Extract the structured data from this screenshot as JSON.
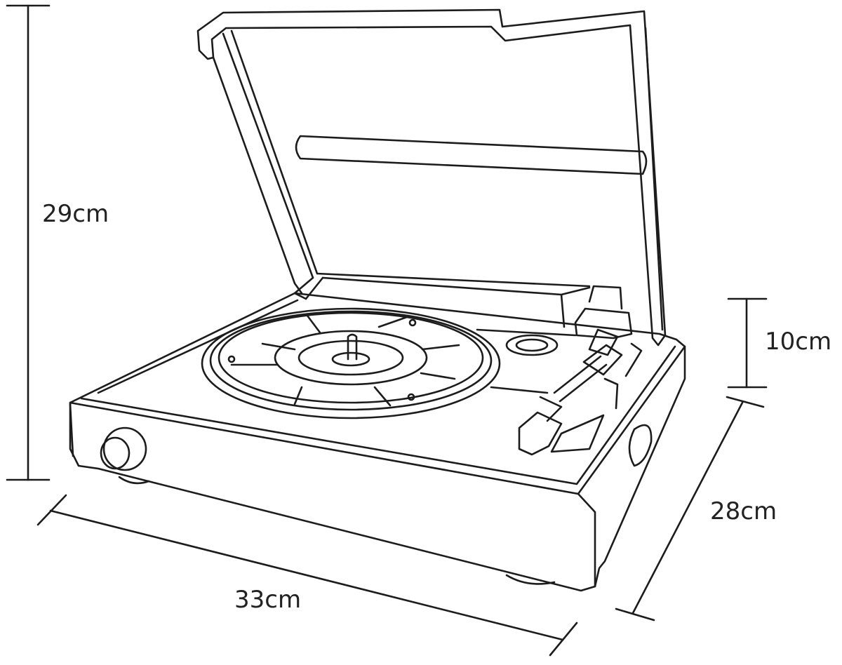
{
  "diagram": {
    "subject": "record-player-turntable",
    "dimensions": {
      "height_overall": "29cm",
      "base_height": "10cm",
      "depth": "28cm",
      "width": "33cm"
    }
  }
}
